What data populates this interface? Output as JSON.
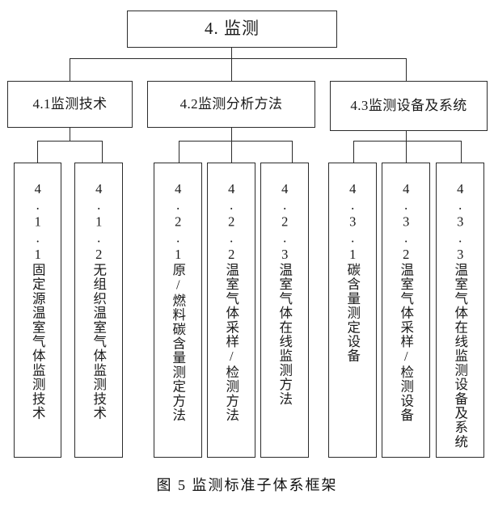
{
  "figure": {
    "caption": "图 5 监测标准子体系框架",
    "root": {
      "label": "4. 监测"
    },
    "branches": [
      {
        "label": "4.1监测技术",
        "children": [
          {
            "label": "4.1.1固定源温室气体监测技术"
          },
          {
            "label": "4.1.2无组织温室气体监测技术"
          }
        ]
      },
      {
        "label": "4.2监测分析方法",
        "children": [
          {
            "label": "4.2.1原/燃料碳含量测定方法"
          },
          {
            "label": "4.2.2温室气体采样/检测方法"
          },
          {
            "label": "4.2.3温室气体在线监测方法"
          }
        ]
      },
      {
        "label": "4.3监测设备及系统",
        "children": [
          {
            "label": "4.3.1碳含量测定设备"
          },
          {
            "label": "4.3.2温室气体采样/检测设备"
          },
          {
            "label": "4.3.3温室气体在线监测设备及系统"
          }
        ]
      }
    ],
    "colors": {
      "stroke": "#2b2b2b",
      "text": "#1a1a1a",
      "background": "#ffffff"
    }
  }
}
